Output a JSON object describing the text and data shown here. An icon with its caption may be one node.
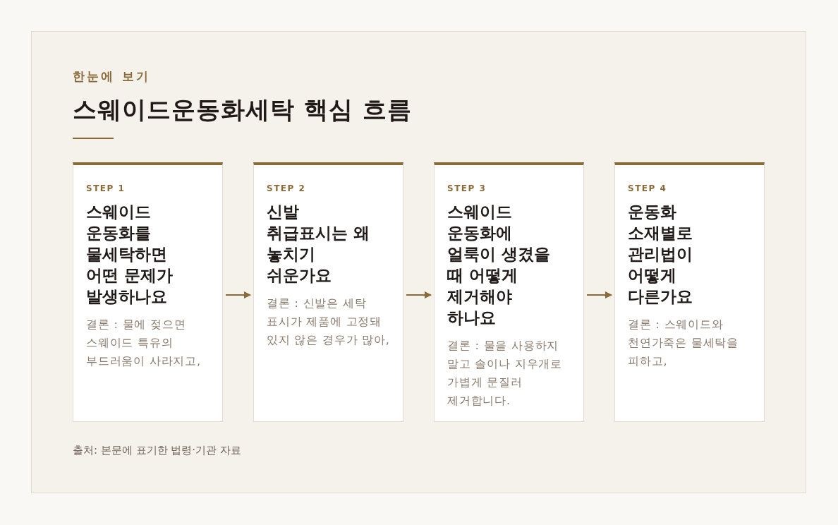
{
  "diagram": {
    "title": "스웨이드운동화세탁 핵심 흐름",
    "nodes": [
      {
        "text": [
          "STEP 1",
          "스웨이드 운동화를 물세탁하면 어떤 문제가 발생하나요",
          "결론 : 물에 젖으면 스웨이드 특유의 부드러움이 사라지고,"
        ]
      },
      {
        "text": [
          "STEP 2",
          "신발 취급표시는 왜 놓치기 쉬운가요",
          "결론 : 신발은 세탁 표시가 제품에 고정돼 있지 않은 경우가 많아,"
        ]
      },
      {
        "text": [
          "STEP 3",
          "스웨이드 운동화에 얼룩이 생겼을 때 어떻게 제거해야 하나요",
          "결론 : 물을 사용하지 말고 솔이나 지우개로 가볍게 문질러 제거합니다."
        ]
      },
      {
        "text": [
          "STEP 4",
          "운동화 소재별로 관리법이 어떻게 다른가요",
          "결론 : 스웨이드와 천연가죽은 물세탁을 피하고,"
        ]
      }
    ],
    "edges": [
      {
        "from": 0,
        "to": 1,
        "arrow": "to"
      },
      {
        "from": 1,
        "to": 2,
        "arrow": "to"
      },
      {
        "from": 2,
        "to": 3,
        "arrow": "to"
      }
    ],
    "labels": [
      "한눈에 보기",
      "출처: 본문에 표기한 법령·기관 자료"
    ]
  }
}
